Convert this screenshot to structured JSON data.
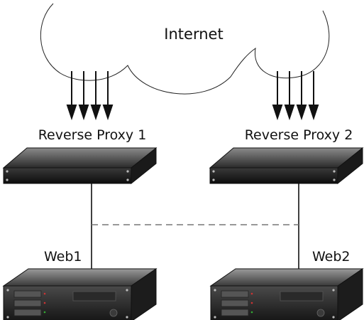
{
  "cloud": {
    "label": "Internet"
  },
  "proxies": [
    {
      "label": "Reverse Proxy 1"
    },
    {
      "label": "Reverse Proxy 2"
    }
  ],
  "servers": [
    {
      "label": "Web1"
    },
    {
      "label": "Web2"
    }
  ],
  "colors": {
    "device_dark": "#111111",
    "device_top": "#6e6e6e",
    "dashed_link": "#777777"
  }
}
